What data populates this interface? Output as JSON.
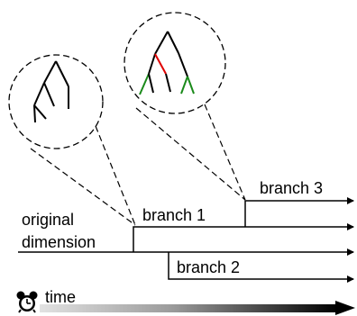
{
  "labels": {
    "original": "original",
    "dimension": "dimension",
    "branch1": "branch 1",
    "branch2": "branch 2",
    "branch3": "branch 3",
    "time": "time"
  },
  "icons": {
    "clock": "alarm-clock-icon"
  },
  "colors": {
    "line": "#000000",
    "highlight_red": "#e00000",
    "highlight_green": "#1a8a1a"
  }
}
